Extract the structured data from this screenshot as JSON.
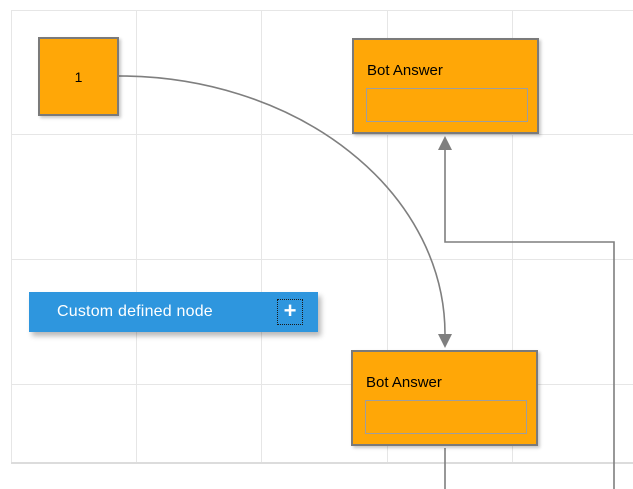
{
  "canvas": {
    "background": "#FFFFFF",
    "grid_color": "#E6E6E6",
    "boundary_color": "#DCDCDC"
  },
  "colors": {
    "node_fill": "#FFA707",
    "node_border": "#7A7A7A",
    "field_border": "#9E9E9E",
    "connector": "#7F7F7F",
    "palette_fill": "#2E96DE",
    "palette_text": "#FFFFFF"
  },
  "nodes": {
    "start": {
      "label": "1"
    },
    "bot_answer_top": {
      "title": "Bot Answer"
    },
    "bot_answer_bottom": {
      "title": "Bot Answer"
    }
  },
  "palette": {
    "label": "Custom defined node",
    "add_icon": "+"
  },
  "connectors": [
    {
      "id": "curved-connector",
      "type": "bezier",
      "from": "start",
      "to": "bot_answer_bottom",
      "arrow": "target"
    },
    {
      "id": "orthogonal-connector",
      "type": "orthogonal",
      "from": "bot_answer_bottom",
      "to": "bot_answer_top",
      "arrow": "target"
    }
  ]
}
